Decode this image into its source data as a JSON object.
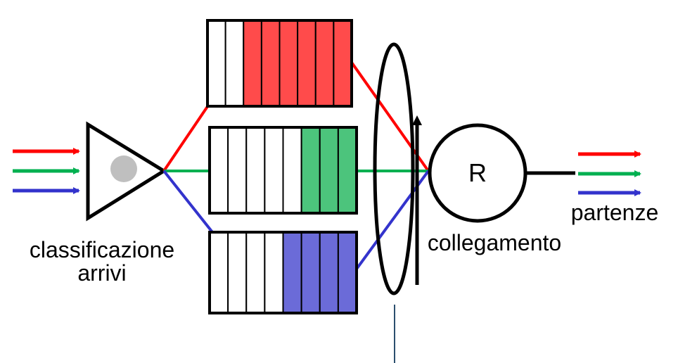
{
  "labels": {
    "classifier_line1": "classificazione",
    "classifier_line2": "arrivi",
    "link": "collegamento",
    "departures": "partenze",
    "server": "R"
  },
  "colors": {
    "red": "#ff0000",
    "green": "#00b050",
    "blue": "#3333cc",
    "red_fill": "#ff4b4b",
    "green_fill": "#4cc47c",
    "blue_fill": "#6b6bd8",
    "classifier_dot": "#bfbfbf",
    "pointer": "#2b4f6e"
  },
  "queues": [
    {
      "name": "red-queue",
      "slots": 8,
      "filled": 6,
      "color": "red"
    },
    {
      "name": "green-queue",
      "slots": 8,
      "filled": 3,
      "color": "green"
    },
    {
      "name": "blue-queue",
      "slots": 8,
      "filled": 4,
      "color": "blue"
    }
  ],
  "icons": {
    "classifier": "triangle-classifier-icon",
    "scheduler": "round-robin-scheduler-icon",
    "server": "server-circle-icon"
  }
}
